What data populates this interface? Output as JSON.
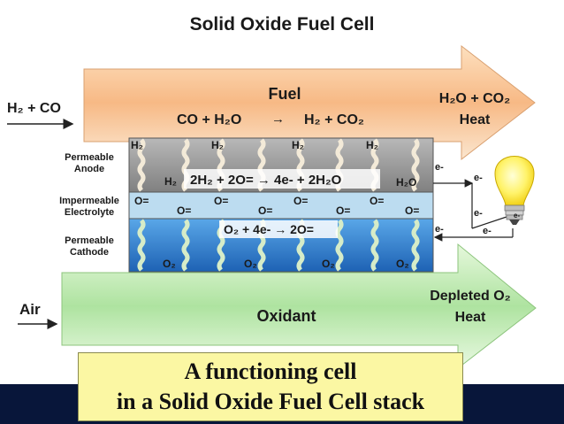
{
  "title": "Solid Oxide Fuel Cell",
  "fuel_stream": {
    "input": "H₂ + CO",
    "label": "Fuel",
    "reaction_left": "CO + H₂O",
    "reaction_arrow": "→",
    "reaction_right": "H₂ + CO₂",
    "output_line1": "H₂O + CO₂",
    "output_line2": "Heat"
  },
  "layers": {
    "anode_line1": "Permeable",
    "anode_line2": "Anode",
    "electrolyte_line1": "Impermeable",
    "electrolyte_line2": "Electrolyte",
    "cathode_line1": "Permeable",
    "cathode_line2": "Cathode"
  },
  "anode_reaction": "2H₂ + 2O= → 4e- + 2H₂O",
  "cathode_reaction": "O₂ + 4e- → 2O=",
  "species": {
    "h2": "H₂",
    "h2o": "H₂O",
    "o_ion": "O=",
    "o2": "O₂",
    "electron": "e-"
  },
  "air_stream": {
    "input": "Air",
    "label": "Oxidant",
    "output_line1": "Depleted O₂",
    "output_line2": "Heat"
  },
  "caption": {
    "line1": "A functioning cell",
    "line2": "in a Solid Oxide Fuel Cell stack"
  },
  "colors": {
    "fuel_arrow": "#f8c08a",
    "air_arrow": "#bfe8b0",
    "anode": "#9a9a9a",
    "electrolyte": "#b9d9ee",
    "cathode": "#3d8fd6",
    "caption_bg": "#fbf7a3",
    "bottom_band": "#08163a"
  }
}
